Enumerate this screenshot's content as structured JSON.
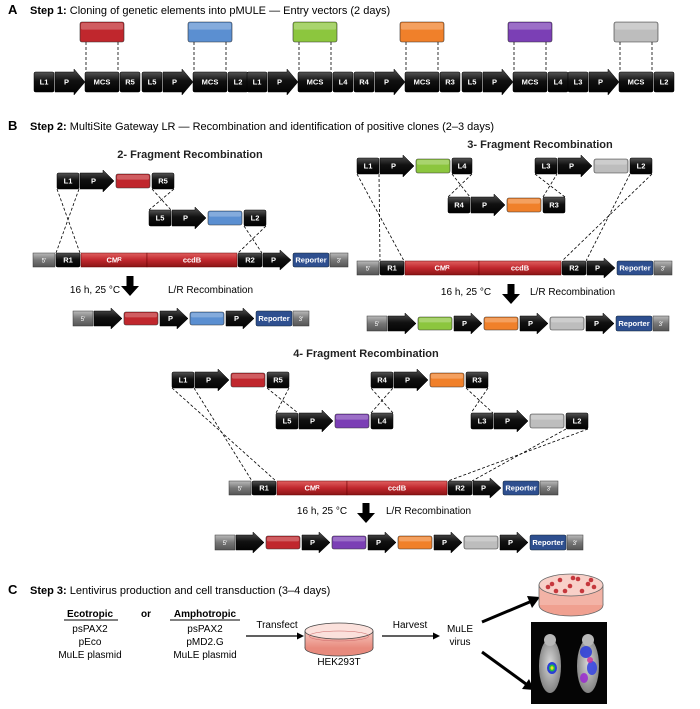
{
  "panels": {
    "a": {
      "letter": "A",
      "step_bold": "Step 1:",
      "step_rest": " Cloning of genetic elements into pMULE — Entry vectors (2 days)",
      "vectors": [
        {
          "left": "L1",
          "right": "R5",
          "color": "#c0272d"
        },
        {
          "left": "L5",
          "right": "L2",
          "color": "#5b8fd1"
        },
        {
          "left": "L1",
          "right": "L4",
          "color": "#8cc63e"
        },
        {
          "left": "R4",
          "right": "R3",
          "color": "#f0802a"
        },
        {
          "left": "L5",
          "right": "L4",
          "color": "#7b3fb5"
        },
        {
          "left": "L3",
          "right": "L2",
          "color": "#bdbdbd"
        }
      ],
      "promoter": "P",
      "mcs": "MCS"
    },
    "b": {
      "letter": "B",
      "step_bold": "Step 2:",
      "step_rest": " MultiSite Gateway LR — Recombination and identification of positive clones (2–3 days)",
      "two_title": "2- Fragment Recombination",
      "three_title": "3- Fragment Recombination",
      "four_title": "4- Fragment Recombination",
      "condition": "16 h, 25 °C",
      "recomb": "L/R Recombination",
      "five": "5′",
      "three_p": "3′",
      "r1": "R1",
      "r2": "R2",
      "cm": "CMᴿ",
      "ccdb": "ccdB",
      "reporter": "Reporter",
      "p": "P",
      "labels": {
        "L1": "L1",
        "L2": "L2",
        "L3": "L3",
        "L4": "L4",
        "L5": "L5",
        "R3": "R3",
        "R4": "R4",
        "R5": "R5"
      }
    },
    "c": {
      "letter": "C",
      "step_bold": "Step 3:",
      "step_rest": " Lentivirus production and cell transduction (3–4 days)",
      "eco_header": "Ecotropic",
      "or": "or",
      "amph_header": "Amphotropic",
      "eco_items": [
        "psPAX2",
        "pEco",
        "MuLE plasmid"
      ],
      "amph_items": [
        "psPAX2",
        "pMD2.G",
        "MuLE plasmid"
      ],
      "transfect": "Transfect",
      "cells": "HEK293T",
      "harvest": "Harvest",
      "virus1": "MuLE",
      "virus2": "virus"
    }
  },
  "colors": {
    "red": "#c0272d",
    "blue": "#5b8fd1",
    "green": "#8cc63e",
    "orange": "#f0802a",
    "purple": "#7b3fb5",
    "gray": "#bdbdbd",
    "reporter": "#2e4f8f",
    "black": "#111111",
    "end_gray": "#7a7a7a"
  }
}
